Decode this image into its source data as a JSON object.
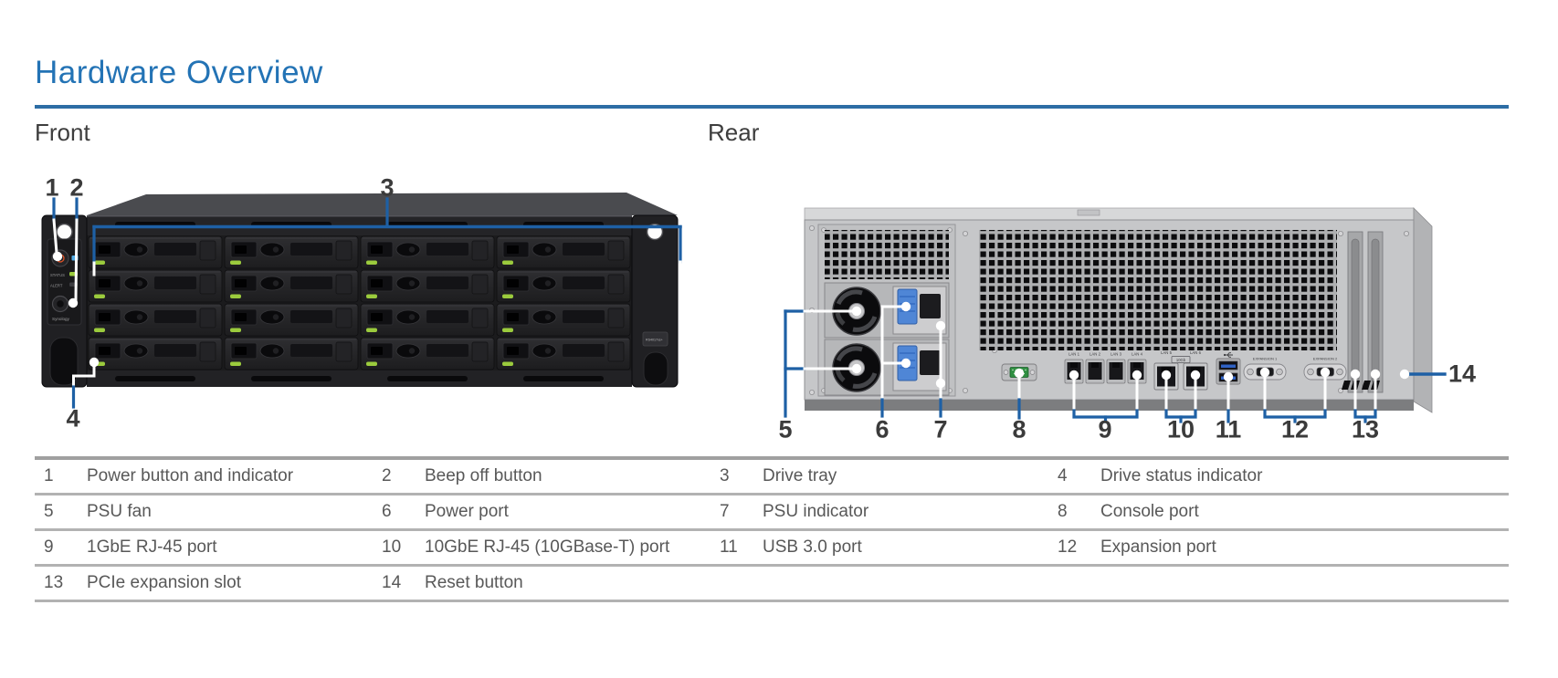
{
  "page": {
    "title": "Hardware Overview"
  },
  "sections": {
    "front": "Front",
    "rear": "Rear"
  },
  "front_device": {
    "model_label": "RS4017xs+",
    "panel": {
      "status_label": "STATUS",
      "alert_label": "ALERT",
      "brand_label": "Synology"
    }
  },
  "rear_device": {
    "lan_labels": [
      "LAN 1",
      "LAN 2",
      "LAN 3",
      "LAN 4",
      "LAN 5",
      "LAN 6"
    ],
    "ten_gb_label": "10Gb",
    "expansion_labels": [
      "EXPANSION 1",
      "EXPANSION 2"
    ]
  },
  "colors": {
    "title_blue": "#2373b5",
    "rule_blue": "#2d6da5",
    "callout_line_blue": "#1e60a5",
    "callout_number_gray": "#3b3b3b",
    "legend_text_gray": "#585858",
    "led_green": "#9bcb3d",
    "psu_clip_blue": "#4f86d6",
    "usb_blue": "#2f62c4",
    "console_green": "#2f8f41"
  },
  "legend": {
    "items": [
      {
        "num": "1",
        "label": "Power button and indicator"
      },
      {
        "num": "2",
        "label": "Beep off button"
      },
      {
        "num": "3",
        "label": "Drive tray"
      },
      {
        "num": "4",
        "label": "Drive status indicator"
      },
      {
        "num": "5",
        "label": "PSU fan"
      },
      {
        "num": "6",
        "label": "Power port"
      },
      {
        "num": "7",
        "label": "PSU indicator"
      },
      {
        "num": "8",
        "label": "Console port"
      },
      {
        "num": "9",
        "label": "1GbE RJ-45 port"
      },
      {
        "num": "10",
        "label": "10GbE RJ-45 (10GBase-T) port"
      },
      {
        "num": "11",
        "label": "USB 3.0 port"
      },
      {
        "num": "12",
        "label": "Expansion port"
      },
      {
        "num": "13",
        "label": "PCIe expansion slot"
      },
      {
        "num": "14",
        "label": "Reset button"
      }
    ]
  }
}
